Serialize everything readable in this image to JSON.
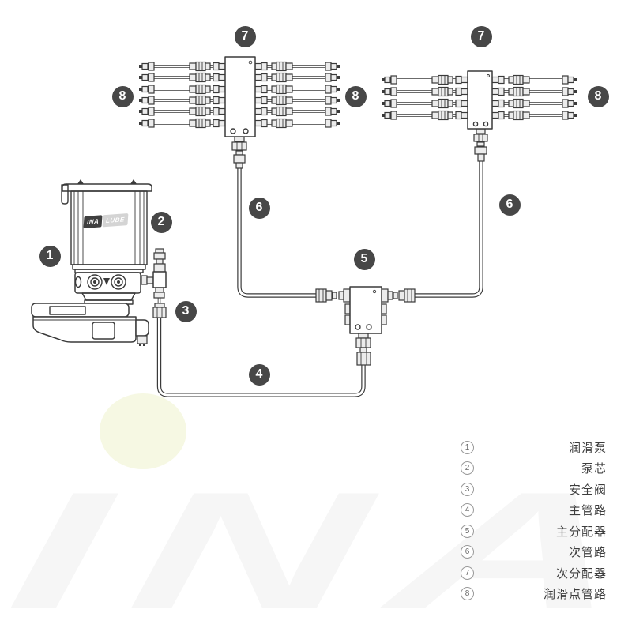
{
  "watermark": {
    "text": "INA"
  },
  "logo": {
    "brand_dark": "INA",
    "brand_light": "LUBE"
  },
  "badges": [
    {
      "id": "pump",
      "n": "1"
    },
    {
      "id": "pump-core",
      "n": "2"
    },
    {
      "id": "safety-valve",
      "n": "3"
    },
    {
      "id": "main-line",
      "n": "4"
    },
    {
      "id": "main-distributor",
      "n": "5"
    },
    {
      "id": "secondary-line-left",
      "n": "6"
    },
    {
      "id": "secondary-line-right",
      "n": "6"
    },
    {
      "id": "secondary-distributor-left",
      "n": "7"
    },
    {
      "id": "secondary-distributor-right",
      "n": "7"
    },
    {
      "id": "lube-point-lines-left",
      "n": "8"
    },
    {
      "id": "lube-point-lines-middle",
      "n": "8"
    },
    {
      "id": "lube-point-lines-right",
      "n": "8"
    }
  ],
  "legend": {
    "items": [
      {
        "num": "1",
        "label": "润滑泵"
      },
      {
        "num": "2",
        "label": "泵芯"
      },
      {
        "num": "3",
        "label": "安全阀"
      },
      {
        "num": "4",
        "label": "主管路"
      },
      {
        "num": "5",
        "label": "主分配器"
      },
      {
        "num": "6",
        "label": "次管路"
      },
      {
        "num": "7",
        "label": "次分配器"
      },
      {
        "num": "8",
        "label": "润滑点管路"
      }
    ]
  },
  "colors": {
    "line": "#3a3a3a",
    "badge_bg": "#474747",
    "badge_text": "#ffffff",
    "legend_text": "#3d3d3d",
    "legend_circle_border": "#999999",
    "watermark_text": "#f6f6f6",
    "accent_blob": "#f6f8e3",
    "logo_dark": "#3f3f3f",
    "logo_light": "#d4d4d4"
  }
}
